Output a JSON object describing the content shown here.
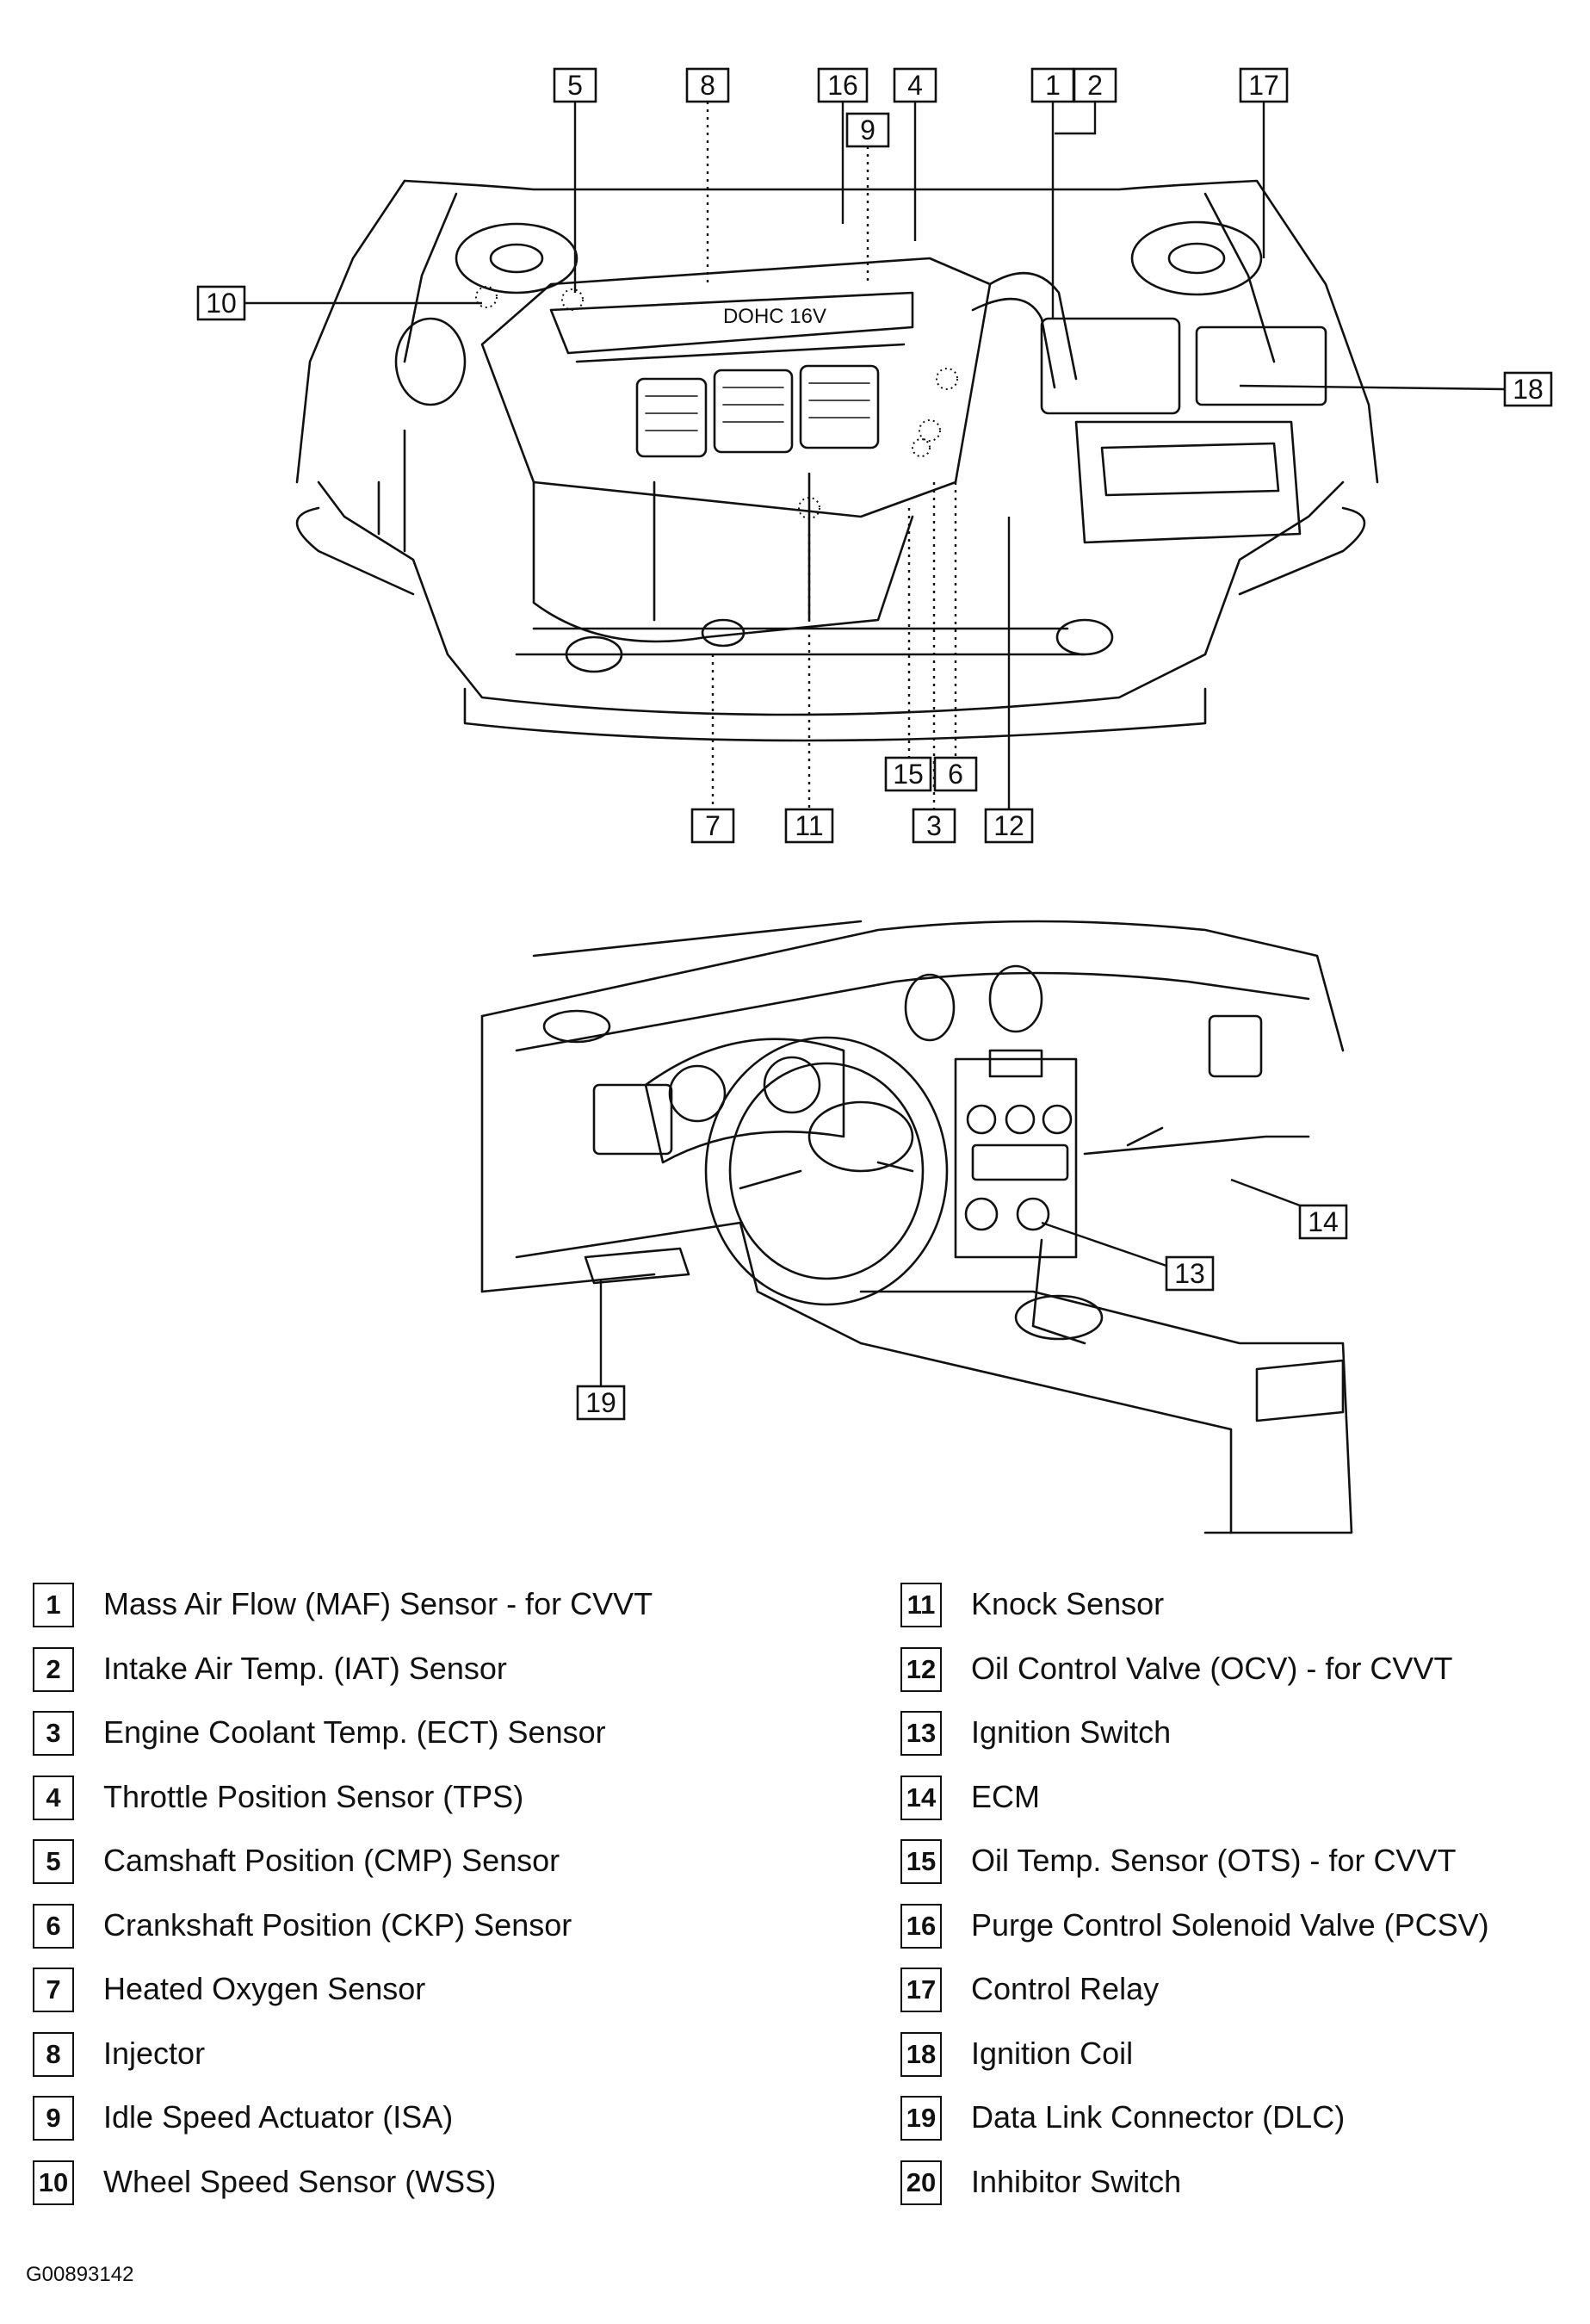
{
  "callouts": {
    "c1": "1",
    "c2": "2",
    "c3": "3",
    "c4": "4",
    "c5": "5",
    "c6": "6",
    "c7": "7",
    "c8": "8",
    "c9": "9",
    "c10": "10",
    "c11": "11",
    "c12": "12",
    "c13": "13",
    "c14": "14",
    "c15": "15",
    "c16": "16",
    "c17": "17",
    "c18": "18",
    "c19": "19"
  },
  "engine_text": {
    "cover_marking": "DOHC 16V"
  },
  "legend": {
    "left": [
      {
        "num": "1",
        "label": "Mass Air Flow (MAF) Sensor - for CVVT"
      },
      {
        "num": "2",
        "label": "Intake Air Temp. (IAT) Sensor"
      },
      {
        "num": "3",
        "label": "Engine Coolant Temp. (ECT) Sensor"
      },
      {
        "num": "4",
        "label": "Throttle Position Sensor (TPS)"
      },
      {
        "num": "5",
        "label": "Camshaft Position (CMP) Sensor"
      },
      {
        "num": "6",
        "label": "Crankshaft Position (CKP) Sensor"
      },
      {
        "num": "7",
        "label": "Heated Oxygen Sensor"
      },
      {
        "num": "8",
        "label": "Injector"
      },
      {
        "num": "9",
        "label": "Idle Speed Actuator (ISA)"
      },
      {
        "num": "10",
        "label": "Wheel Speed Sensor (WSS)"
      }
    ],
    "right": [
      {
        "num": "11",
        "label": "Knock Sensor"
      },
      {
        "num": "12",
        "label": "Oil Control Valve (OCV) - for CVVT"
      },
      {
        "num": "13",
        "label": "Ignition Switch"
      },
      {
        "num": "14",
        "label": "ECM"
      },
      {
        "num": "15",
        "label": "Oil Temp. Sensor (OTS) - for CVVT"
      },
      {
        "num": "16",
        "label": "Purge Control Solenoid Valve (PCSV)"
      },
      {
        "num": "17",
        "label": "Control Relay"
      },
      {
        "num": "18",
        "label": "Ignition Coil"
      },
      {
        "num": "19",
        "label": "Data Link Connector (DLC)"
      },
      {
        "num": "20",
        "label": "Inhibitor Switch"
      }
    ]
  },
  "figure_id": "G00893142"
}
